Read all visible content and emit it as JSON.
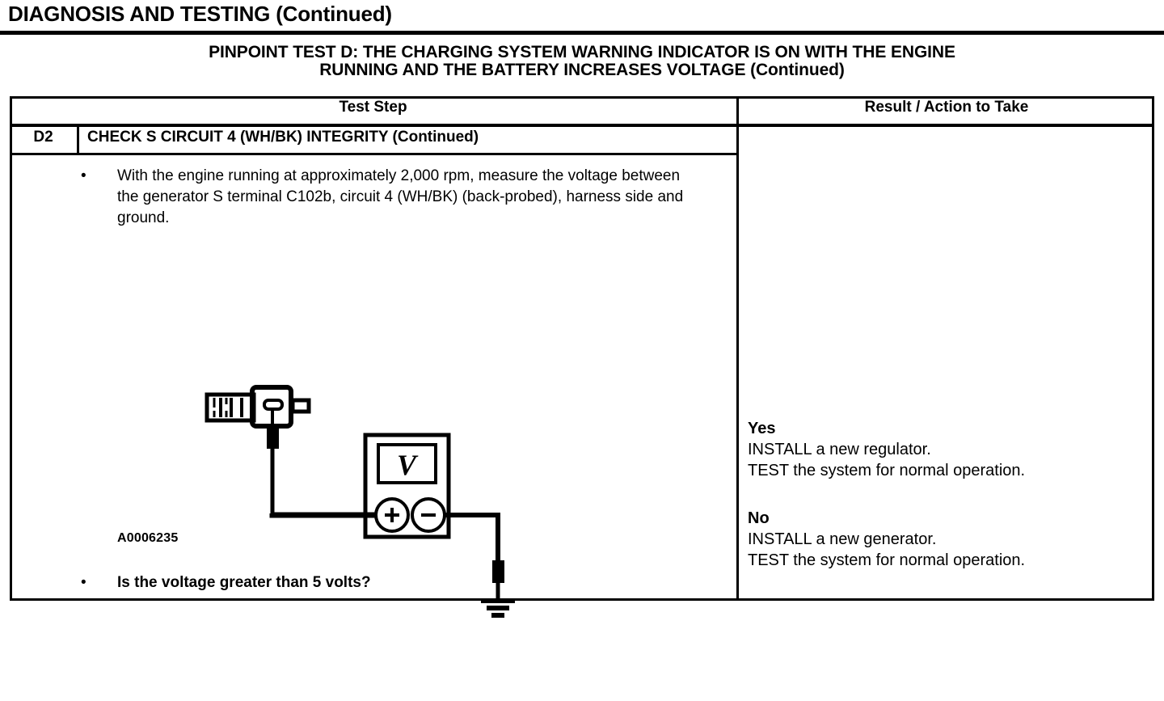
{
  "header": {
    "title": "DIAGNOSIS AND TESTING (Continued)",
    "subtitle_line1": "PINPOINT TEST  D: THE CHARGING SYSTEM WARNING INDICATOR IS ON WITH THE ENGINE",
    "subtitle_line2": "RUNNING AND THE BATTERY INCREASES VOLTAGE (Continued)"
  },
  "table": {
    "columns": {
      "test_step": "Test Step",
      "result_action": "Result / Action to Take"
    },
    "step": {
      "id": "D2",
      "title": "CHECK S CIRCUIT 4 (WH/BK) INTEGRITY (Continued)",
      "bullet_marker": "•",
      "instruction": "With the engine running at approximately 2,000 rpm, measure the voltage between the generator S terminal C102b, circuit 4 (WH/BK) (back-probed), harness side and ground.",
      "figure_id": "A0006235",
      "question": "Is the voltage greater than 5 volts?"
    },
    "results": [
      {
        "label": "Yes",
        "line1": "INSTALL a new regulator.",
        "line2": "TEST the system for normal operation."
      },
      {
        "label": "No",
        "line1": "INSTALL a new generator.",
        "line2": "TEST the system for normal operation."
      }
    ]
  },
  "figure": {
    "meter_display": "V",
    "positive_terminal": "+",
    "negative_terminal": "−",
    "ink_color": "#000000",
    "paper_color": "#ffffff"
  }
}
